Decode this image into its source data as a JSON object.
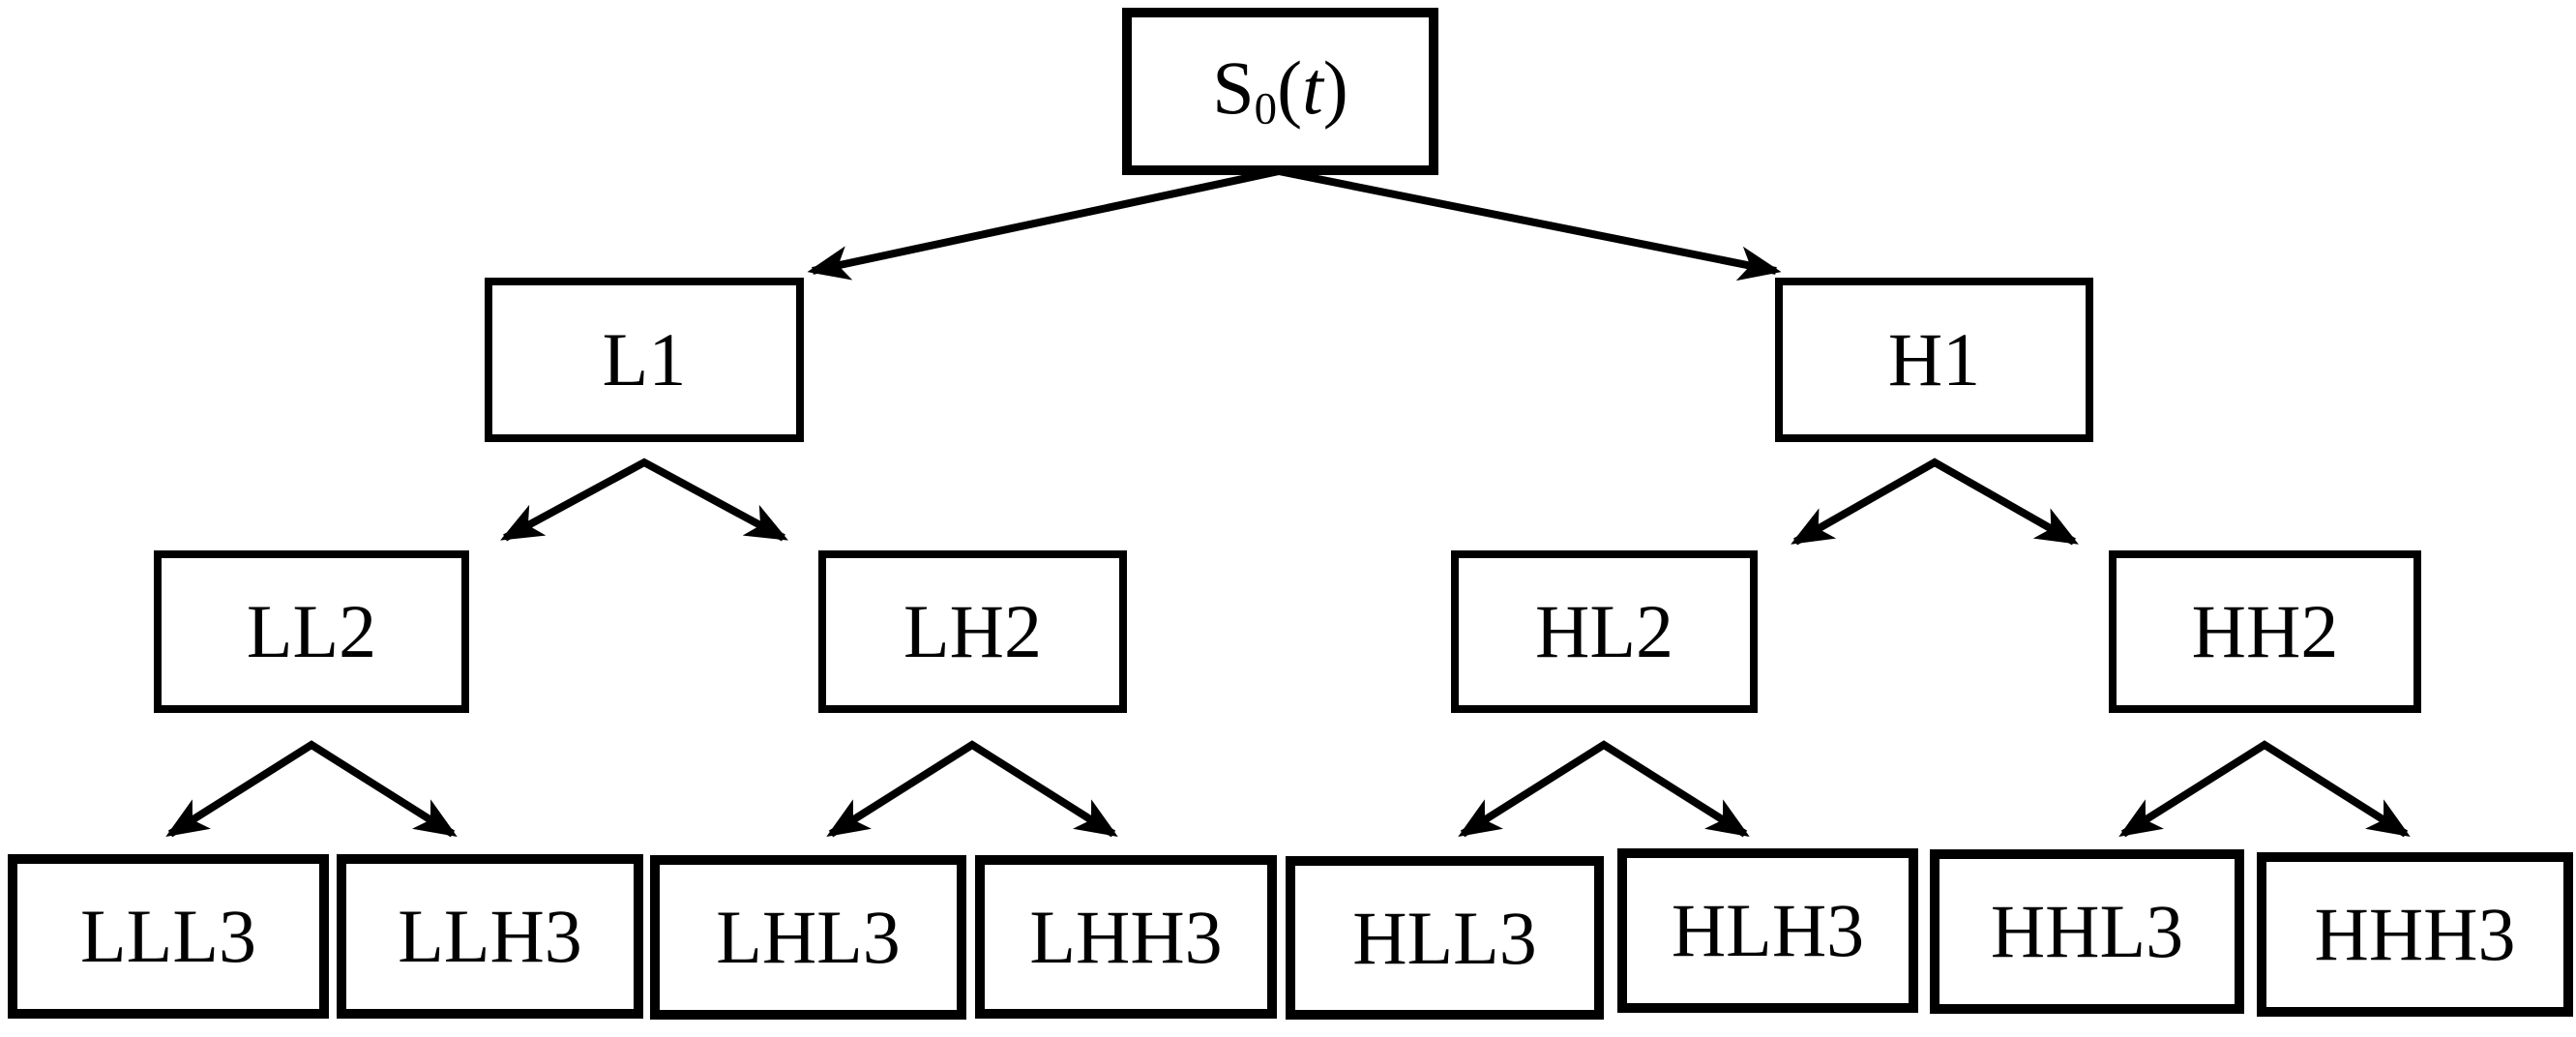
{
  "figure": {
    "background": "#ffffff",
    "stroke_color": "#000000",
    "box_fill": "#ffffff",
    "text_color": "#000000"
  },
  "tree": {
    "root": {
      "base": "S",
      "sub": "0",
      "open": "(",
      "var": "t",
      "close": ")"
    },
    "level1": [
      "L1",
      "H1"
    ],
    "level2": [
      "LL2",
      "LH2",
      "HL2",
      "HH2"
    ],
    "level3": [
      "LLL3",
      "LLH3",
      "LHL3",
      "LHH3",
      "HLL3",
      "HLH3",
      "HHL3",
      "HHH3"
    ]
  },
  "edges": [
    {
      "from": "S0(t)",
      "to": "L1"
    },
    {
      "from": "S0(t)",
      "to": "H1"
    },
    {
      "from": "L1",
      "to": "LL2"
    },
    {
      "from": "L1",
      "to": "LH2"
    },
    {
      "from": "H1",
      "to": "HL2"
    },
    {
      "from": "H1",
      "to": "HH2"
    },
    {
      "from": "LL2",
      "to": "LLL3"
    },
    {
      "from": "LL2",
      "to": "LLH3"
    },
    {
      "from": "LH2",
      "to": "LHL3"
    },
    {
      "from": "LH2",
      "to": "LHH3"
    },
    {
      "from": "HL2",
      "to": "HLL3"
    },
    {
      "from": "HL2",
      "to": "HLH3"
    },
    {
      "from": "HH2",
      "to": "HHL3"
    },
    {
      "from": "HH2",
      "to": "HHH3"
    }
  ]
}
